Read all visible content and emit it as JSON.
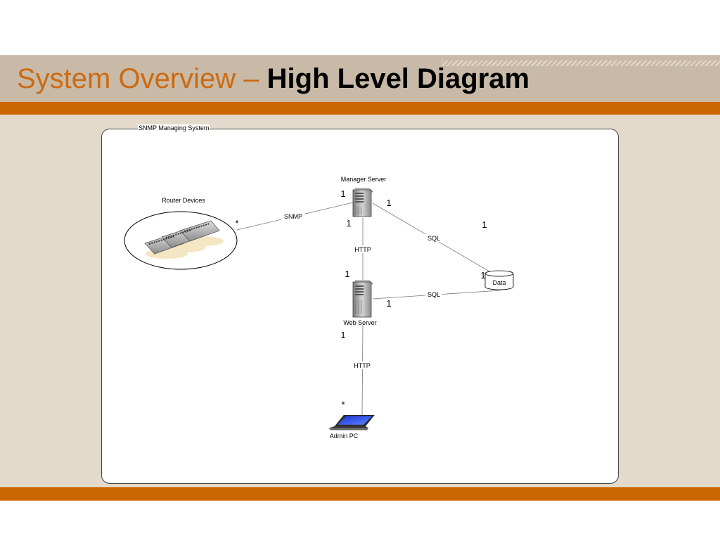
{
  "slide": {
    "title_part1": "System Overview – ",
    "title_part2": "High Level Diagram"
  },
  "diagram": {
    "container_label": "SNMP Managing System",
    "nodes": {
      "router_devices": "Router Devices",
      "manager_server": "Manager Server",
      "web_server": "Web Server",
      "data": "Data",
      "admin_pc": "Admin PC"
    },
    "connections": {
      "router_manager": {
        "protocol": "SNMP",
        "router_end": "*",
        "manager_end": "1"
      },
      "manager_web": {
        "protocol": "HTTP",
        "manager_end": "1",
        "web_end": "1"
      },
      "manager_data": {
        "protocol": "SQL",
        "manager_end": "1",
        "data_end": "1"
      },
      "web_data": {
        "protocol": "SQL",
        "web_end": "1",
        "data_end": "1"
      },
      "web_admin": {
        "protocol": "HTTP",
        "web_end": "1",
        "admin_end": "*"
      }
    }
  }
}
